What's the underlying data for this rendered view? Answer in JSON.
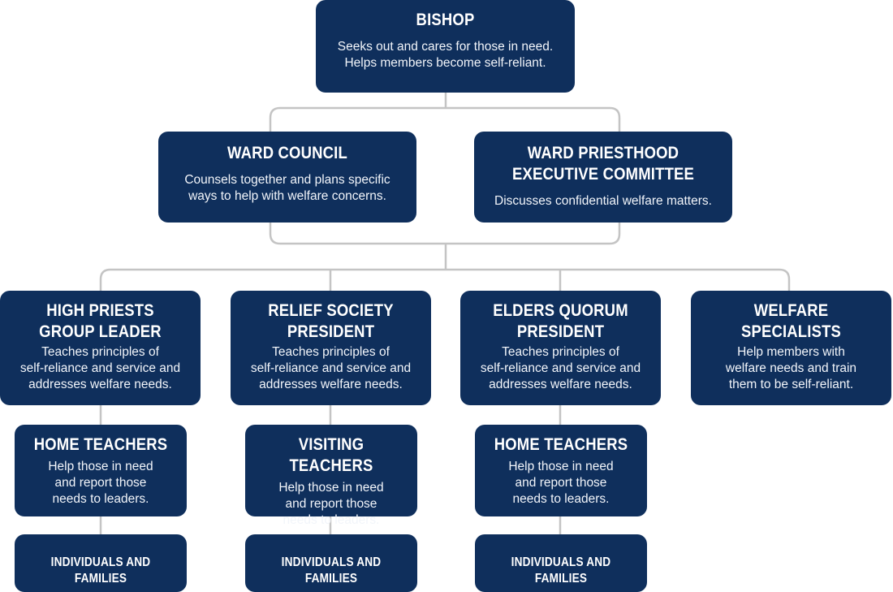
{
  "colors": {
    "box": "#0f2f5c",
    "connector": "#c4c4c4",
    "text": "#ffffff"
  },
  "bishop": {
    "title": "BISHOP",
    "desc": "Seeks out and cares for those in need.\nHelps members become self-reliant."
  },
  "ward_council": {
    "title": "WARD COUNCIL",
    "desc": "Counsels together and plans specific\nways to help with welfare concerns."
  },
  "wpec": {
    "title": "WARD PRIESTHOOD\nEXECUTIVE COMMITTEE",
    "desc": "Discusses confidential welfare matters."
  },
  "leaders": [
    {
      "title": "HIGH PRIESTS\nGROUP LEADER",
      "desc": "Teaches principles of\nself-reliance and service and\naddresses welfare needs."
    },
    {
      "title": "RELIEF SOCIETY\nPRESIDENT",
      "desc": "Teaches principles of\nself-reliance and service and\naddresses welfare needs."
    },
    {
      "title": "ELDERS QUORUM\nPRESIDENT",
      "desc": "Teaches principles of\nself-reliance and service and\naddresses welfare needs."
    },
    {
      "title": "WELFARE SPECIALISTS",
      "desc": "Help members with\nwelfare needs and train\nthem to be self-reliant."
    }
  ],
  "teachers": [
    {
      "title": "HOME TEACHERS",
      "desc": "Help those in need\nand report those\nneeds to leaders."
    },
    {
      "title": "VISITING TEACHERS",
      "desc": "Help those in need\nand report those\nneeds to leaders."
    },
    {
      "title": "HOME TEACHERS",
      "desc": "Help those in need\nand report those\nneeds to leaders."
    }
  ],
  "families": [
    {
      "title": "INDIVIDUALS AND FAMILIES"
    },
    {
      "title": "INDIVIDUALS AND FAMILIES"
    },
    {
      "title": "INDIVIDUALS AND FAMILIES"
    }
  ]
}
